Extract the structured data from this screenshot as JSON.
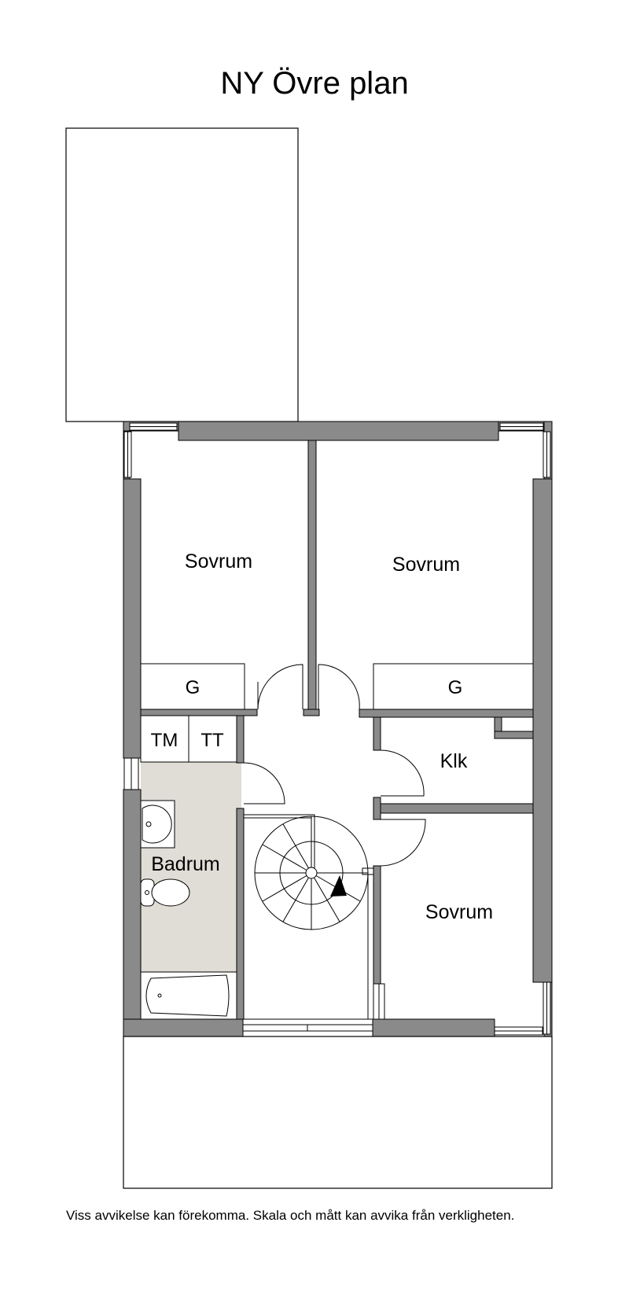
{
  "title": "NY Övre plan",
  "rooms": {
    "bedroom_nw": "Sovrum",
    "bedroom_ne": "Sovrum",
    "bedroom_se": "Sovrum",
    "wardrobe_left": "G",
    "wardrobe_right": "G",
    "laundry_tm": "TM",
    "laundry_tt": "TT",
    "closet": "Klk",
    "bathroom": "Badrum"
  },
  "colors": {
    "wall": "#8a8a8a",
    "bathroom_floor": "#e0dcd6",
    "line": "#000000"
  },
  "disclaimer": "Viss avvikelse kan förekomma. Skala och mått kan avvika från verkligheten."
}
